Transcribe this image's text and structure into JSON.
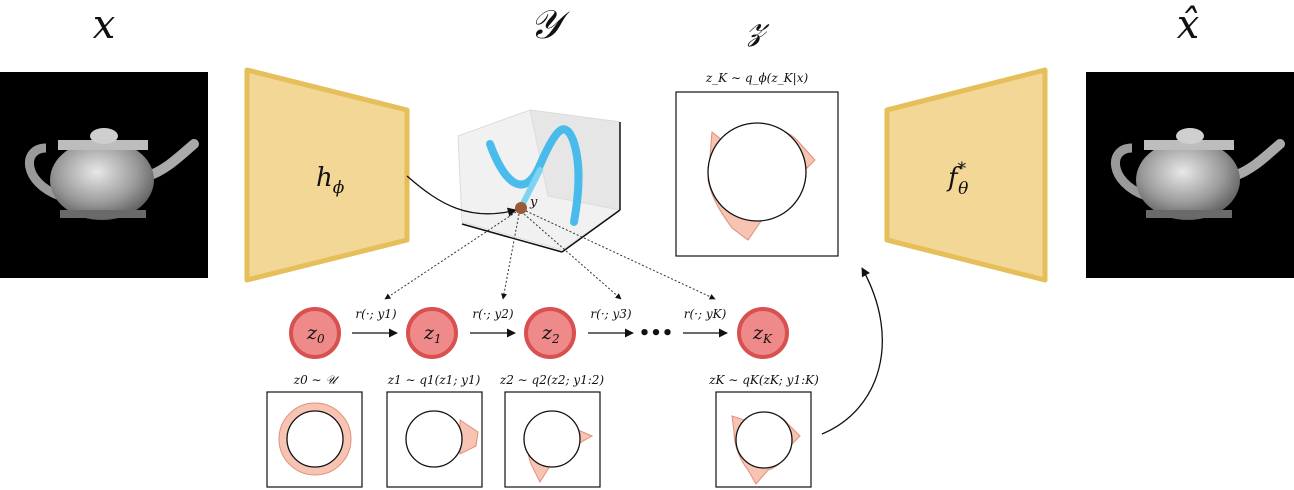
{
  "headers": {
    "x": "x",
    "y": "𝒴",
    "z": "𝓏",
    "xhat": "x̂"
  },
  "encoder_label": "h",
  "encoder_sub": "ϕ",
  "decoder_label": "f",
  "decoder_sup": "*",
  "decoder_sub": "θ",
  "latent_point_label": "y",
  "posterior_caption": "z_K ∼ q_ϕ(z_K|x)",
  "chain": {
    "nodes": [
      {
        "label": "z",
        "sub": "0"
      },
      {
        "label": "z",
        "sub": "1"
      },
      {
        "label": "z",
        "sub": "2"
      },
      {
        "label": "z",
        "sub": "K"
      }
    ],
    "transitions": [
      "r(·; y1)",
      "r(·; y2)",
      "r(·; y3)",
      "r(·; yK)"
    ],
    "ellipsis": "•••"
  },
  "densities": [
    {
      "caption": "z0 ∼ 𝒰"
    },
    {
      "caption": "z1 ∼ q1(z1; y1)"
    },
    {
      "caption": "z2 ∼ q2(z2; y1:2)"
    },
    {
      "caption": "zK ∼ qK(zK; y1:K)"
    }
  ],
  "colors": {
    "trapezoid_fill": "#f2d796",
    "trapezoid_stroke": "#e6bf5a",
    "node_fill": "#ef8a8a",
    "node_stroke": "#d95050",
    "density_fill": "#f7c3b3",
    "density_stroke": "#e0907a",
    "curve": "#3fb8ea"
  }
}
